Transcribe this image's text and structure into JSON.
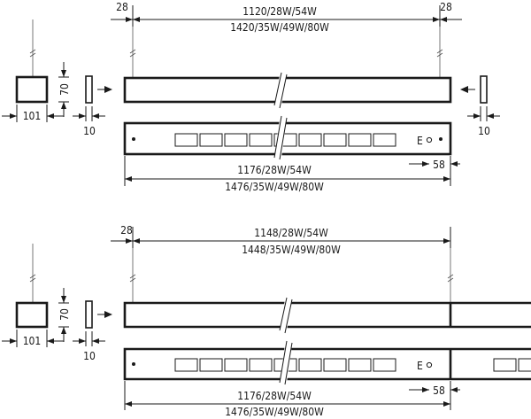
{
  "top": {
    "dim_offset_left": "28",
    "dim_offset_right": "28",
    "dim_length_a": "1120/28W/54W",
    "dim_length_b": "1420/35W/49W/80W",
    "dim_height": "70",
    "dim_width": "101",
    "dim_endcap_left": "10",
    "dim_endcap_right": "10",
    "dim_body_a": "1176/28W/54W",
    "dim_body_b": "1476/35W/49W/80W",
    "dim_end_offset": "58",
    "emergency_label": "E"
  },
  "bottom": {
    "dim_offset_left": "28",
    "dim_length_a": "1148/28W/54W",
    "dim_length_b": "1448/35W/49W/80W",
    "dim_height": "70",
    "dim_width": "101",
    "dim_endcap_left": "10",
    "dim_body_a": "1176/28W/54W",
    "dim_body_b": "1476/35W/49W/80W",
    "dim_end_offset": "58",
    "emergency_label": "E"
  }
}
